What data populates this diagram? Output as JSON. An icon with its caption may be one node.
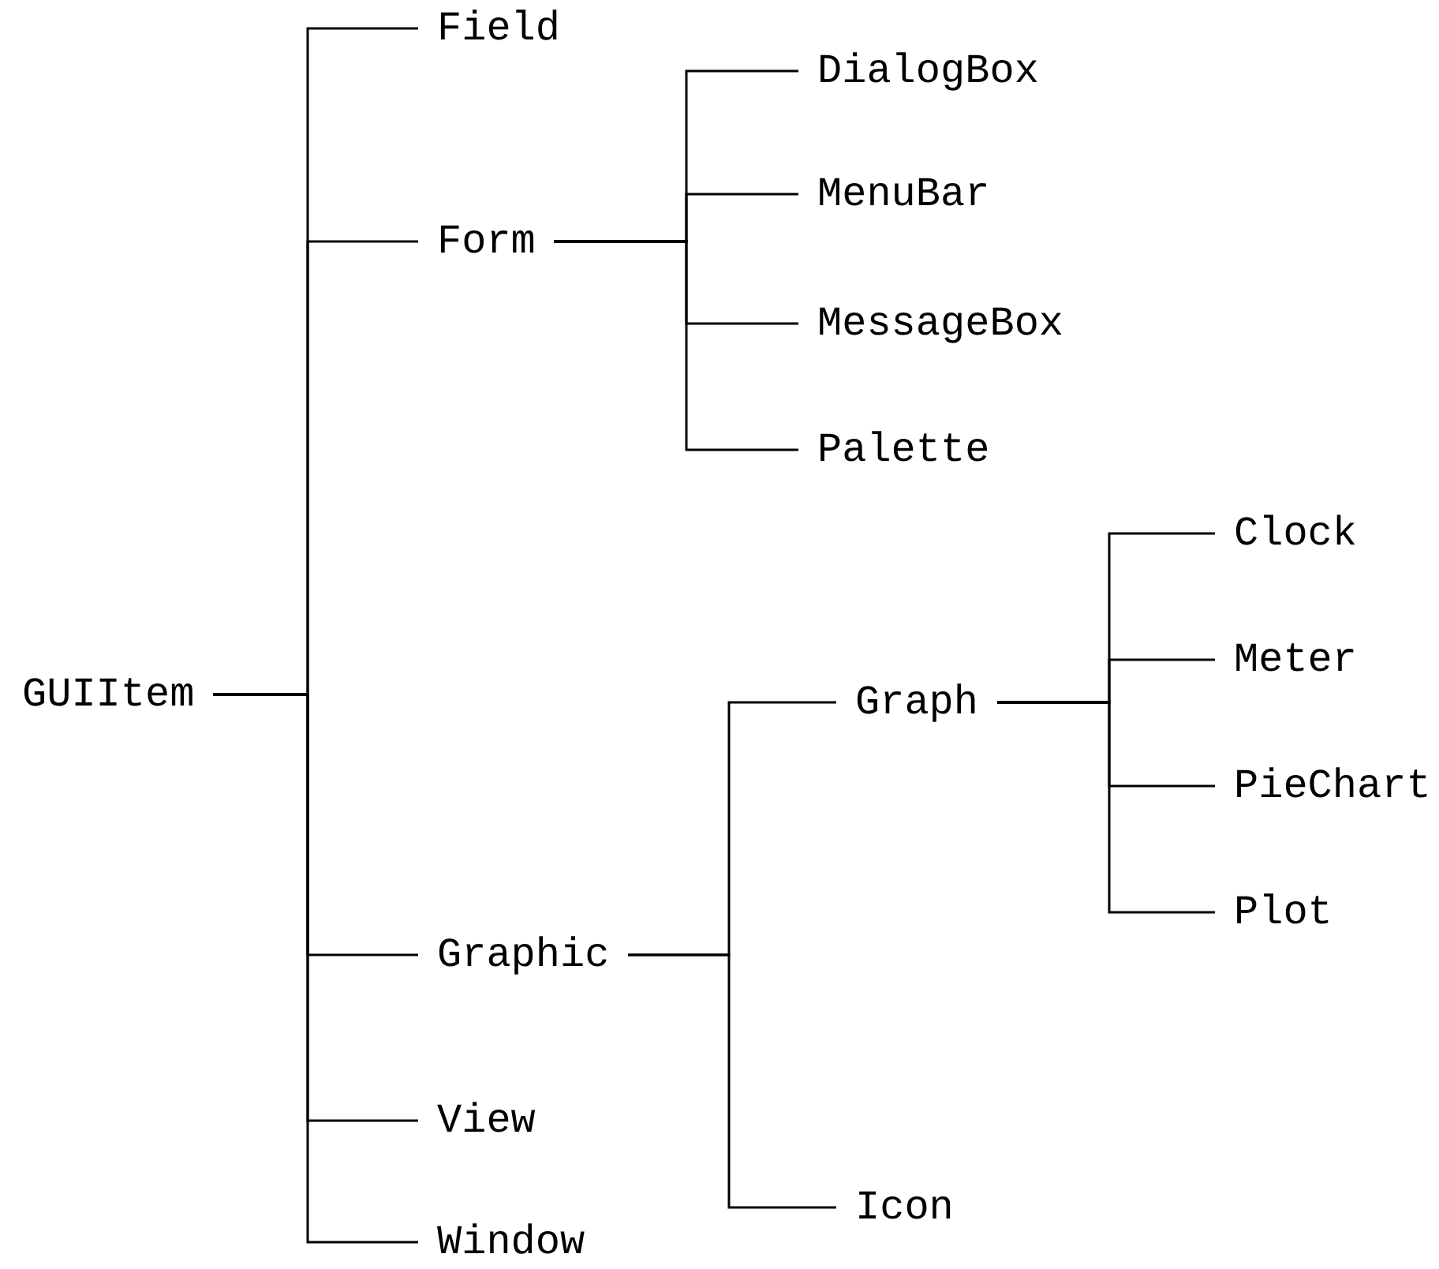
{
  "diagram": {
    "nodes": [
      {
        "text": [
          "GUIItem"
        ]
      },
      {
        "text": [
          "Field"
        ]
      },
      {
        "text": [
          "Form"
        ]
      },
      {
        "text": [
          "DialogBox"
        ]
      },
      {
        "text": [
          "MenuBar"
        ]
      },
      {
        "text": [
          "MessageBox"
        ]
      },
      {
        "text": [
          "Palette"
        ]
      },
      {
        "text": [
          "Graphic"
        ]
      },
      {
        "text": [
          "Graph"
        ]
      },
      {
        "text": [
          "Clock"
        ]
      },
      {
        "text": [
          "Meter"
        ]
      },
      {
        "text": [
          "PieChart"
        ]
      },
      {
        "text": [
          "Plot"
        ]
      },
      {
        "text": [
          "Icon"
        ]
      },
      {
        "text": [
          "View"
        ]
      },
      {
        "text": [
          "Window"
        ]
      }
    ],
    "edges": [
      {
        "from": 0,
        "to": 1,
        "arrow": "none"
      },
      {
        "from": 0,
        "to": 2,
        "arrow": "none"
      },
      {
        "from": 2,
        "to": 3,
        "arrow": "none"
      },
      {
        "from": 2,
        "to": 4,
        "arrow": "none"
      },
      {
        "from": 2,
        "to": 5,
        "arrow": "none"
      },
      {
        "from": 2,
        "to": 6,
        "arrow": "none"
      },
      {
        "from": 0,
        "to": 7,
        "arrow": "none"
      },
      {
        "from": 7,
        "to": 8,
        "arrow": "none"
      },
      {
        "from": 8,
        "to": 9,
        "arrow": "none"
      },
      {
        "from": 8,
        "to": 10,
        "arrow": "none"
      },
      {
        "from": 8,
        "to": 11,
        "arrow": "none"
      },
      {
        "from": 8,
        "to": 12,
        "arrow": "none"
      },
      {
        "from": 7,
        "to": 13,
        "arrow": "none"
      },
      {
        "from": 0,
        "to": 14,
        "arrow": "none"
      },
      {
        "from": 0,
        "to": 15,
        "arrow": "none"
      }
    ]
  }
}
